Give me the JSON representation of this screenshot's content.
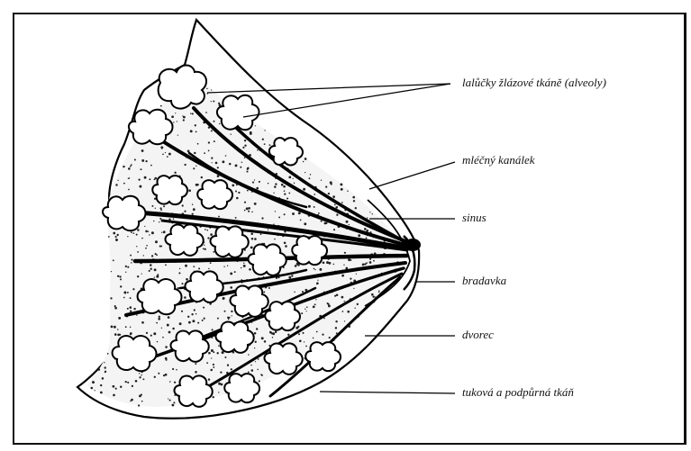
{
  "figure": {
    "labels": {
      "alveoly": "lalůčky žlázové tkáně (alveoly)",
      "kanalek": "mléčný kanálek",
      "sinus": "sinus",
      "bradavka": "bradavka",
      "dvorec": "dvorec",
      "tukova": "tuková a podpůrná tkáň"
    }
  }
}
